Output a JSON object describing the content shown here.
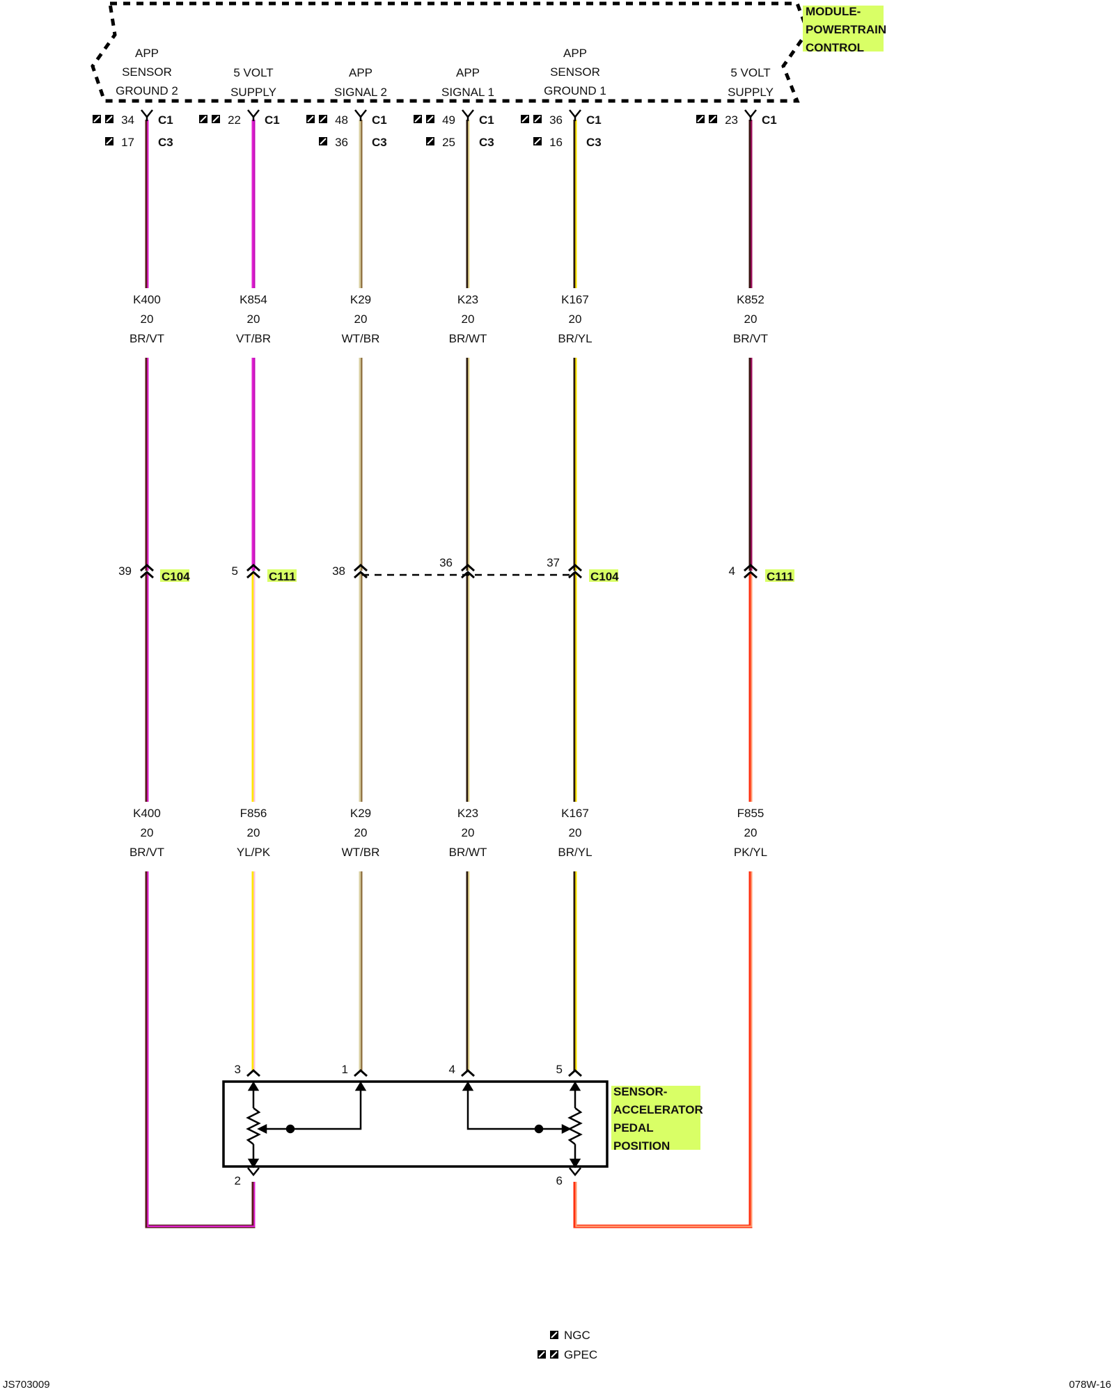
{
  "module": {
    "name_lines": [
      "MODULE-",
      "POWERTRAIN",
      "CONTROL"
    ],
    "highlight_color": "#d9ff66"
  },
  "sensor": {
    "name_lines": [
      "SENSOR-",
      "ACCELERATOR",
      "PEDAL",
      "POSITION"
    ]
  },
  "circuits": [
    {
      "id": "c1",
      "func": [
        "APP",
        "SENSOR",
        "GROUND 2"
      ],
      "pcm_pin_gpec": "34",
      "pcm_conn_gpec": "C1",
      "pcm_pin_ngc": "17",
      "pcm_conn_ngc": "C3",
      "upper": {
        "code": "K400",
        "gauge": "20",
        "color": "BR/VT"
      },
      "inline_pin": "39",
      "lower": {
        "code": "K400",
        "gauge": "20",
        "color": "BR/VT"
      },
      "sensor_pin": "",
      "upper_colors": [
        "#5a1a1a",
        "#e020d0"
      ],
      "lower_colors": [
        "#5a1a1a",
        "#e020d0"
      ]
    },
    {
      "id": "c2",
      "func": [
        "5 VOLT",
        "SUPPLY"
      ],
      "pcm_pin_gpec": "22",
      "pcm_conn_gpec": "C1",
      "pcm_pin_ngc": "",
      "pcm_conn_ngc": "",
      "upper": {
        "code": "K854",
        "gauge": "20",
        "color": "VT/BR"
      },
      "inline_pin": "5",
      "lower": {
        "code": "F856",
        "gauge": "20",
        "color": "YL/PK"
      },
      "sensor_pin": "3",
      "upper_colors": [
        "#e020d0",
        "#c010b8"
      ],
      "lower_colors": [
        "#ffe600",
        "#ffc0e0"
      ]
    },
    {
      "id": "c3",
      "func": [
        "APP",
        "SIGNAL 2"
      ],
      "pcm_pin_gpec": "48",
      "pcm_conn_gpec": "C1",
      "pcm_pin_ngc": "36",
      "pcm_conn_ngc": "C3",
      "upper": {
        "code": "K29",
        "gauge": "20",
        "color": "WT/BR"
      },
      "inline_pin": "38",
      "lower": {
        "code": "K29",
        "gauge": "20",
        "color": "WT/BR"
      },
      "sensor_pin": "1",
      "upper_colors": [
        "#d8cfa0",
        "#8a6a3a"
      ],
      "lower_colors": [
        "#d8cfa0",
        "#8a6a3a"
      ]
    },
    {
      "id": "c4",
      "func": [
        "APP",
        "SIGNAL 1"
      ],
      "pcm_pin_gpec": "49",
      "pcm_conn_gpec": "C1",
      "pcm_pin_ngc": "25",
      "pcm_conn_ngc": "C3",
      "upper": {
        "code": "K23",
        "gauge": "20",
        "color": "BR/WT"
      },
      "inline_pin": "36",
      "lower": {
        "code": "K23",
        "gauge": "20",
        "color": "BR/WT"
      },
      "sensor_pin": "4",
      "upper_colors": [
        "#2a1a10",
        "#e8d890"
      ],
      "lower_colors": [
        "#2a1a10",
        "#e8d890"
      ]
    },
    {
      "id": "c5",
      "func": [
        "APP",
        "SENSOR",
        "GROUND 1"
      ],
      "pcm_pin_gpec": "36",
      "pcm_conn_gpec": "C1",
      "pcm_pin_ngc": "16",
      "pcm_conn_ngc": "C3",
      "upper": {
        "code": "K167",
        "gauge": "20",
        "color": "BR/YL"
      },
      "inline_pin": "37",
      "lower": {
        "code": "K167",
        "gauge": "20",
        "color": "BR/YL"
      },
      "sensor_pin": "5",
      "upper_colors": [
        "#2a1a10",
        "#ffe600"
      ],
      "lower_colors": [
        "#2a1a10",
        "#ffe600"
      ]
    },
    {
      "id": "c6",
      "func": [
        "5 VOLT",
        "SUPPLY"
      ],
      "pcm_pin_gpec": "23",
      "pcm_conn_gpec": "C1",
      "pcm_pin_ngc": "",
      "pcm_conn_ngc": "",
      "upper": {
        "code": "K852",
        "gauge": "20",
        "color": "BR/VT"
      },
      "inline_pin": "4",
      "lower": {
        "code": "F855",
        "gauge": "20",
        "color": "PK/YL"
      },
      "sensor_pin": "",
      "upper_colors": [
        "#3a1010",
        "#a01060"
      ],
      "lower_colors": [
        "#ff3010",
        "#ff9a70"
      ]
    }
  ],
  "inline_connectors": {
    "c104": "C104",
    "c111": "C111"
  },
  "sensor_bottom_pins": {
    "left": "2",
    "right": "6"
  },
  "legend": {
    "ngc": "NGC",
    "gpec": "GPEC"
  },
  "footer": {
    "left": "JS703009",
    "right": "078W-16"
  }
}
